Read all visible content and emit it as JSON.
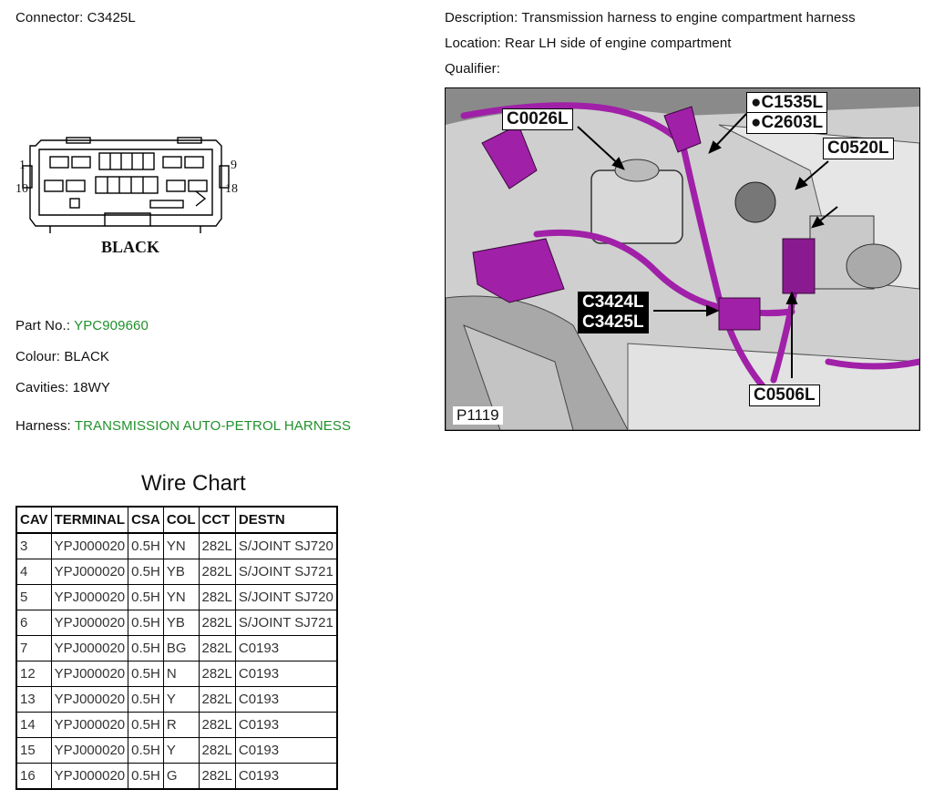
{
  "header": {
    "connector": "Connector: C3425L",
    "description": "Description: Transmission harness to engine compartment harness",
    "location": "Location: Rear LH side of engine compartment",
    "qualifier": "Qualifier:"
  },
  "connector_diagram": {
    "pin_left_top": "1",
    "pin_left_bottom": "10",
    "pin_right_top": "9",
    "pin_right_bottom": "18",
    "color_label": "BLACK"
  },
  "details": {
    "part_no_label": "Part No.:",
    "part_no_value": "YPC909660",
    "colour": "Colour: BLACK",
    "cavities": "Cavities: 18WY",
    "harness_label": "Harness:",
    "harness_value": "TRANSMISSION AUTO-PETROL HARNESS"
  },
  "wire_chart": {
    "title": "Wire Chart",
    "headers": [
      "CAV",
      "TERMINAL",
      "CSA",
      "COL",
      "CCT",
      "DESTN"
    ],
    "rows": [
      [
        "3",
        "YPJ000020",
        "0.5H",
        "YN",
        "282L",
        "S/JOINT SJ720"
      ],
      [
        "4",
        "YPJ000020",
        "0.5H",
        "YB",
        "282L",
        "S/JOINT SJ721"
      ],
      [
        "5",
        "YPJ000020",
        "0.5H",
        "YN",
        "282L",
        "S/JOINT SJ720"
      ],
      [
        "6",
        "YPJ000020",
        "0.5H",
        "YB",
        "282L",
        "S/JOINT SJ721"
      ],
      [
        "7",
        "YPJ000020",
        "0.5H",
        "BG",
        "282L",
        "C0193"
      ],
      [
        "12",
        "YPJ000020",
        "0.5H",
        "N",
        "282L",
        "C0193"
      ],
      [
        "13",
        "YPJ000020",
        "0.5H",
        "Y",
        "282L",
        "C0193"
      ],
      [
        "14",
        "YPJ000020",
        "0.5H",
        "R",
        "282L",
        "C0193"
      ],
      [
        "15",
        "YPJ000020",
        "0.5H",
        "Y",
        "282L",
        "C0193"
      ],
      [
        "16",
        "YPJ000020",
        "0.5H",
        "G",
        "282L",
        "C0193"
      ]
    ]
  },
  "location_image": {
    "callouts": {
      "c0026l": "C0026L",
      "c1535l": "●C1535L",
      "c2603l": "●C2603L",
      "c0520l": "C0520L",
      "c3424l": "C3424L",
      "c3425l": "C3425L",
      "c0506l": "C0506L"
    },
    "photo_number": "P1119"
  },
  "colors": {
    "green_text": "#21912b",
    "harness_magenta": "#a020a8"
  }
}
